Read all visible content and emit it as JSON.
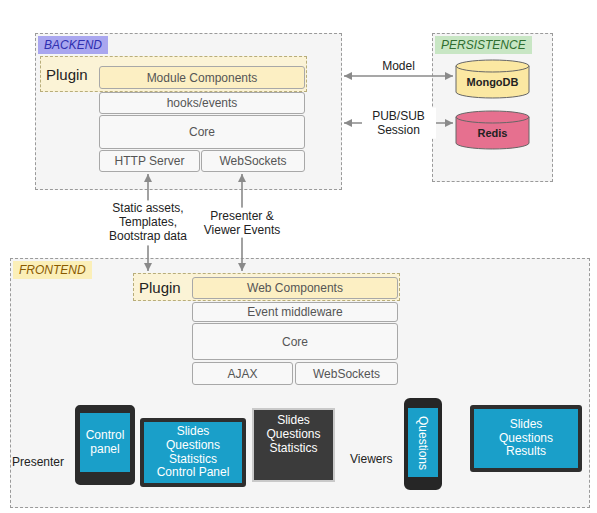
{
  "diagram": {
    "nodes": [
      {
        "text": [
          "BACKEND"
        ]
      },
      {
        "text": [
          "Plugin"
        ],
        "in": 0
      },
      {
        "text": [
          "Module Components"
        ],
        "in": 1
      },
      {
        "text": [
          "hooks/events"
        ],
        "in": 0
      },
      {
        "text": [
          "Core"
        ],
        "in": 0
      },
      {
        "text": [
          "HTTP Server"
        ],
        "in": 0
      },
      {
        "text": [
          "WebSockets"
        ],
        "in": 0
      },
      {
        "text": [
          "PERSISTENCE"
        ]
      },
      {
        "text": [
          "MongoDB"
        ],
        "in": 7
      },
      {
        "text": [
          "Redis"
        ],
        "in": 7
      },
      {
        "text": [
          "FRONTEND"
        ]
      },
      {
        "text": [
          "Plugin"
        ],
        "in": 10
      },
      {
        "text": [
          "Web Components"
        ],
        "in": 11
      },
      {
        "text": [
          "Event middleware"
        ],
        "in": 10
      },
      {
        "text": [
          "Core"
        ],
        "in": 10
      },
      {
        "text": [
          "AJAX"
        ],
        "in": 10
      },
      {
        "text": [
          "WebSockets"
        ],
        "in": 10
      },
      {
        "text": [
          "Control panel"
        ],
        "in": 10
      },
      {
        "text": [
          "Slides Questions Statistics Control Panel"
        ],
        "in": 10
      },
      {
        "text": [
          "Slides Questions Statistics"
        ],
        "in": 10
      },
      {
        "text": [
          "Questions"
        ],
        "in": 10
      },
      {
        "text": [
          "Slides Questions Results"
        ],
        "in": 10
      }
    ],
    "edges": [
      {
        "from": 0,
        "to": 8,
        "label": "Model",
        "arrow": "both"
      },
      {
        "from": 0,
        "to": 9,
        "label": "PUB/SUB Session",
        "arrow": "both"
      },
      {
        "from": 5,
        "to": 11,
        "label": "Static assets, Templates, Bootstrap data",
        "arrow": "both"
      },
      {
        "from": 6,
        "to": 11,
        "label": "Presenter & Viewer Events",
        "arrow": "both"
      }
    ],
    "labels": [
      "Presenter",
      "Viewers"
    ]
  }
}
